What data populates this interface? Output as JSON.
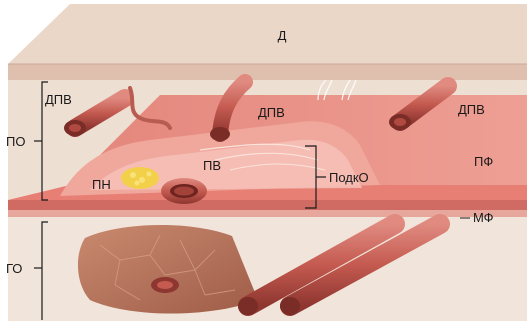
{
  "labels": {
    "d": "Д",
    "dpv_left": "ДПВ",
    "dpv_center": "ДПВ",
    "dpv_right": "ДПВ",
    "po": "ПО",
    "pn": "ПН",
    "pv": "ПВ",
    "podko": "ПодкО",
    "pf": "ПФ",
    "mf": "МФ",
    "go": "ГО"
  },
  "colors": {
    "dermis_top": "#ead7c8",
    "dermis_side": "#e2c3b1",
    "gap_band": "#eddcd0",
    "fascia": "#e98f86",
    "fascia_dark": "#d06e66",
    "muscle": "#b8735e",
    "vessel": "#c45a50",
    "vessel_dark": "#8e3630",
    "nerve": "#f2d04a"
  }
}
